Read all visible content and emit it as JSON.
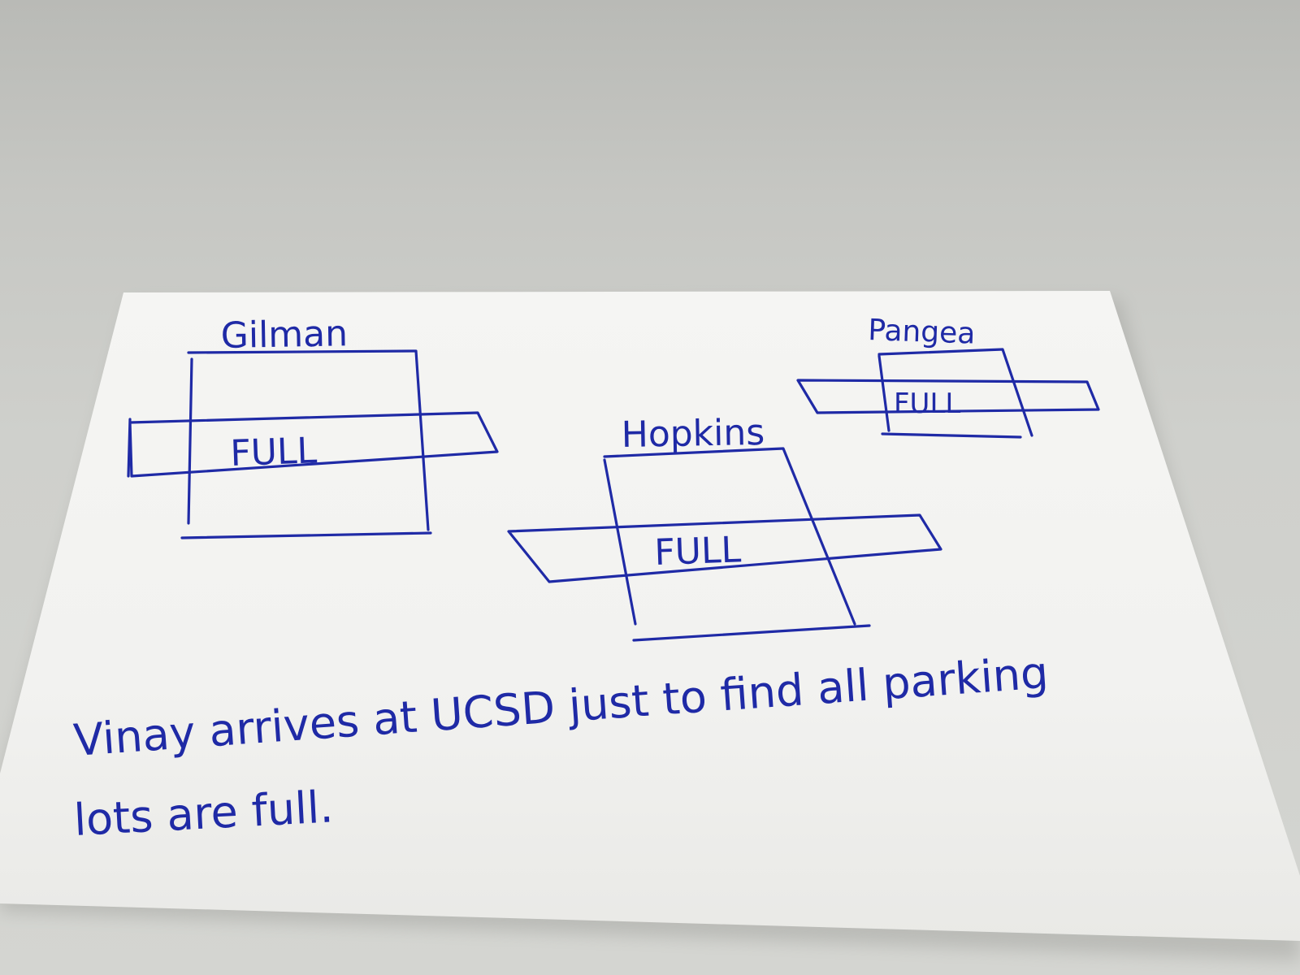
{
  "card": {
    "background_color": "#f4f4f2",
    "ink_color": "#1f2aa6",
    "desk_color": "#cfd0cc"
  },
  "lots": [
    {
      "name": "Gilman",
      "status": "FULL"
    },
    {
      "name": "Hopkins",
      "status": "FULL"
    },
    {
      "name": "Pangea",
      "status": "FULL"
    }
  ],
  "caption": {
    "line1": "Vinay arrives at UCSD just to find all parking",
    "line2": "lots are full."
  }
}
